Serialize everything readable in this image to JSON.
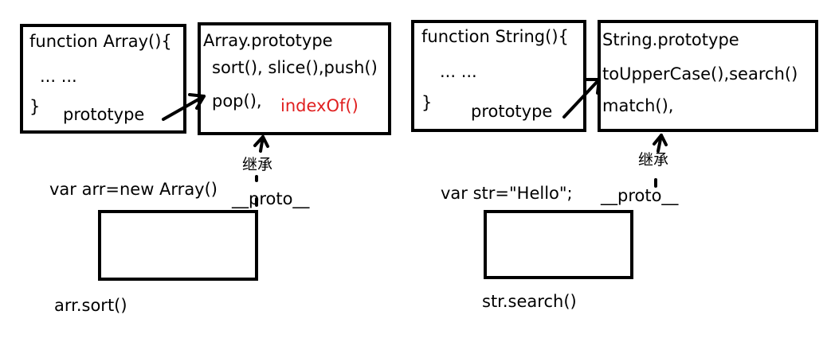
{
  "array_side": {
    "constructor_lines": [
      "function Array(){",
      "... ...",
      "}"
    ],
    "prototype_label": "prototype",
    "proto_obj_title": "Array.prototype",
    "proto_methods_1": "sort(), slice(),push()",
    "proto_methods_2a": "pop(),",
    "proto_methods_2b": "indexOf()",
    "inherit_label": "继承",
    "instance_decl": "var arr=new Array()",
    "proto_link_label": "__proto__",
    "call_example": "arr.sort()"
  },
  "string_side": {
    "constructor_lines": [
      "function String(){",
      "... ...",
      "}"
    ],
    "prototype_label": "prototype",
    "proto_obj_title": "String.prototype",
    "proto_methods_1": "toUpperCase(),search()",
    "proto_methods_2": "match(),",
    "inherit_label": "继承",
    "instance_decl": "var str=\"Hello\";",
    "proto_link_label": "__proto__",
    "call_example": "str.search()"
  },
  "colors": {
    "stroke": "#000000",
    "highlight": "#e02020"
  }
}
